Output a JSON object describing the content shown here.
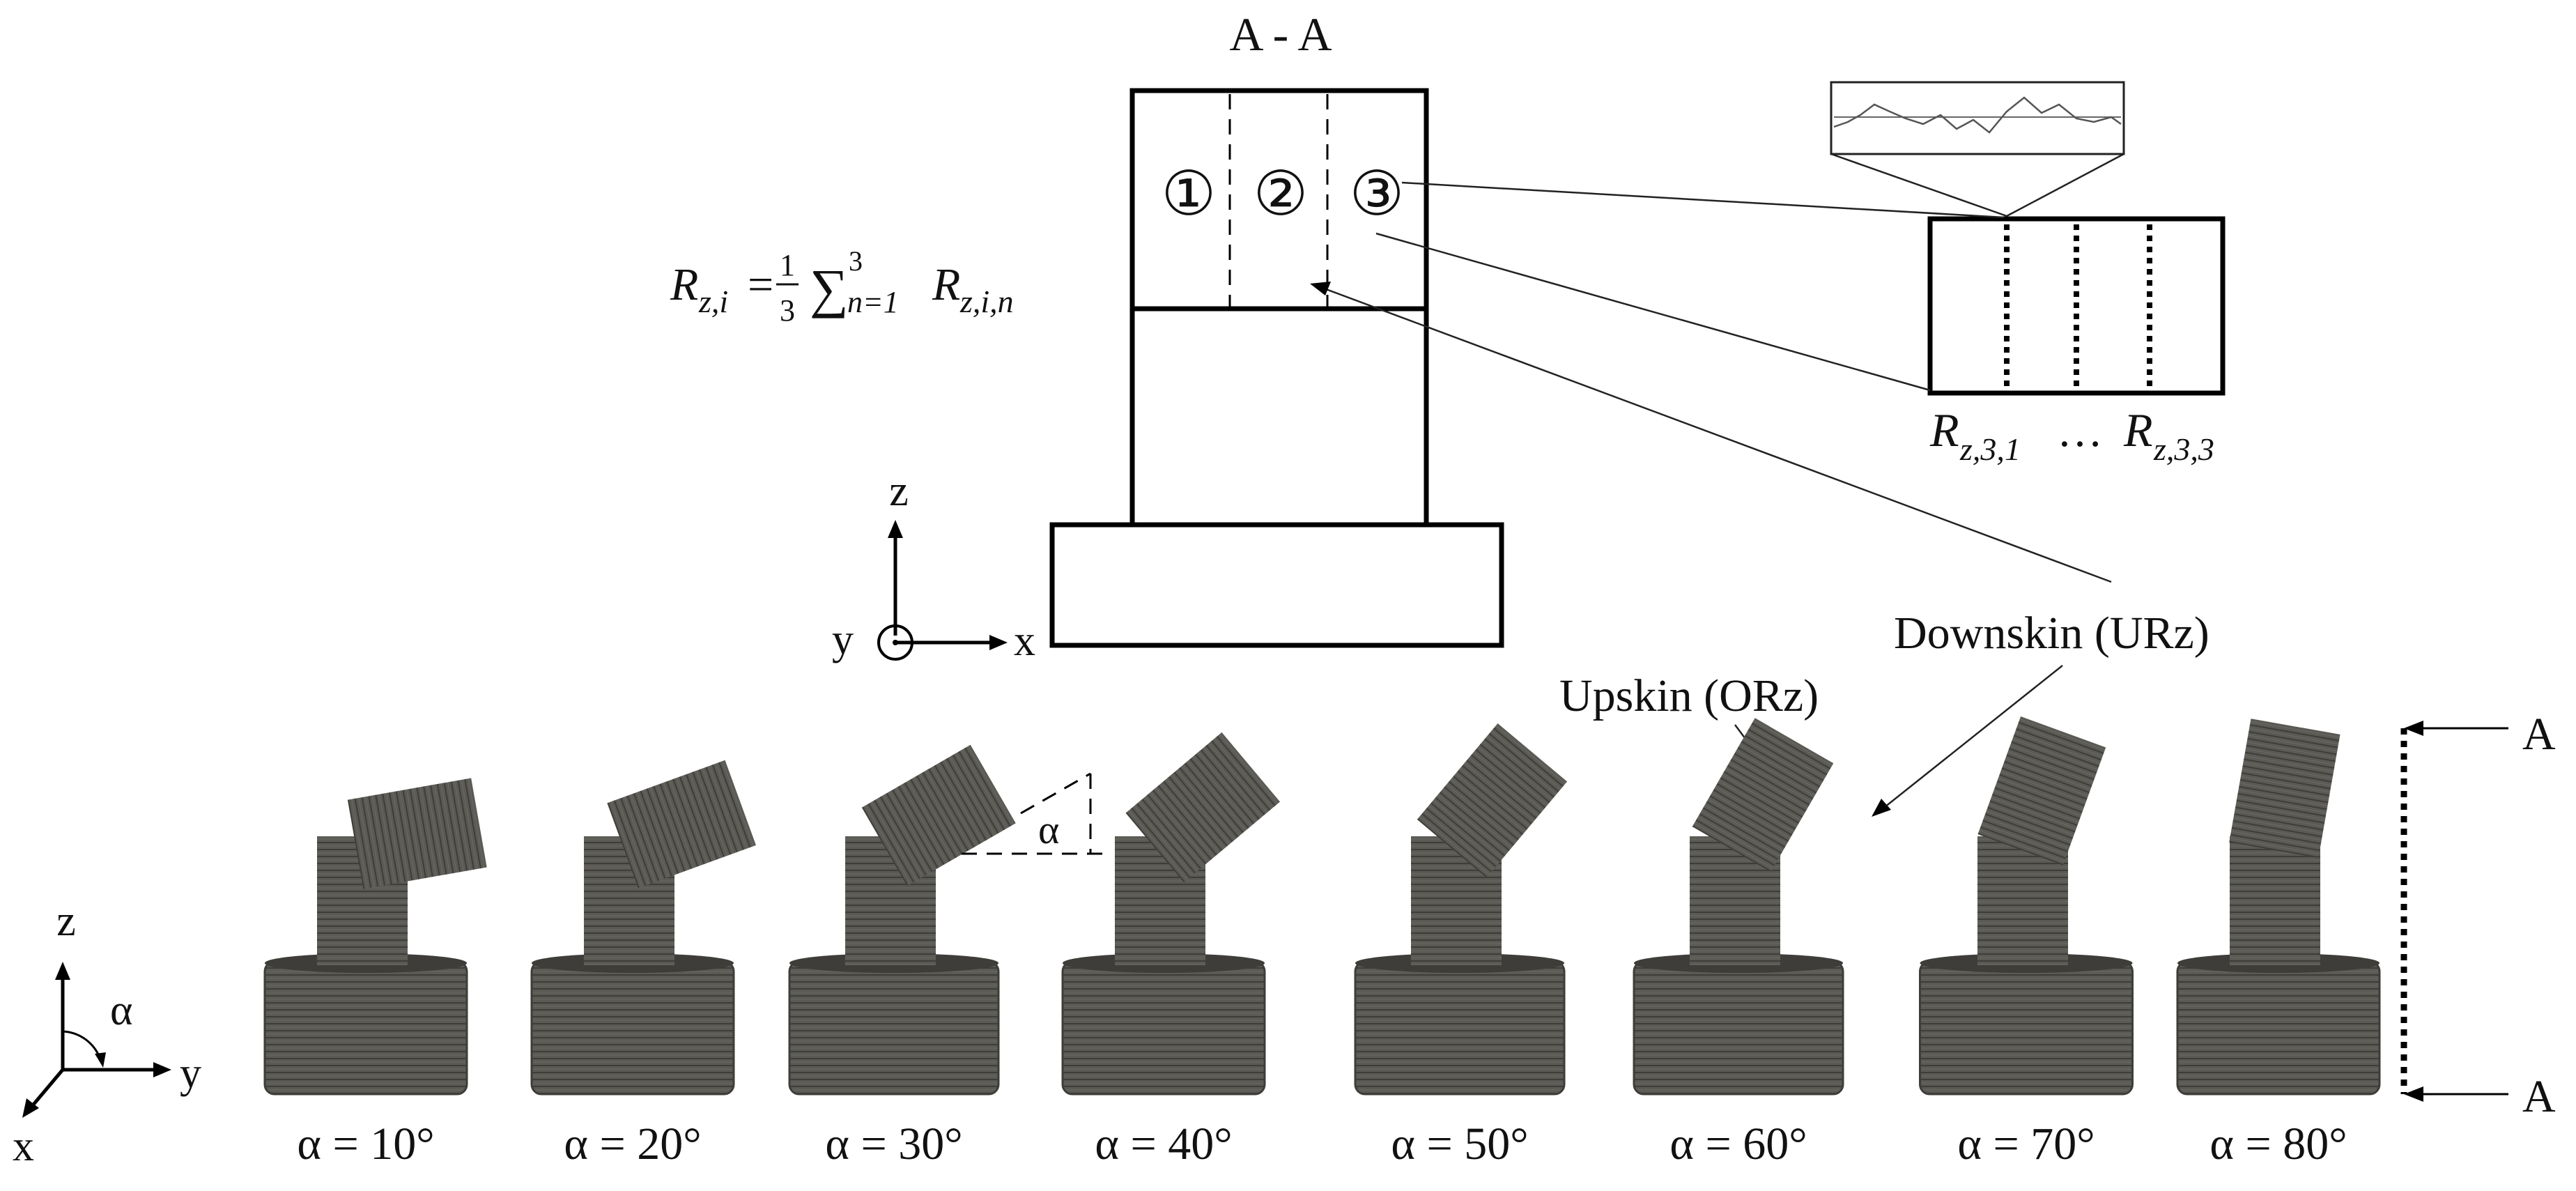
{
  "section_title": "A - A",
  "zones": [
    "①",
    "②",
    "③"
  ],
  "formula": {
    "lhs_var": "R",
    "lhs_sub": "z,i",
    "eq": "=",
    "frac_num": "1",
    "frac_den": "3",
    "sigma": "∑",
    "sum_upper": "3",
    "sum_lower": "n=1",
    "rhs_var": "R",
    "rhs_sub": "z,i,n"
  },
  "detail_labels": {
    "first_var": "R",
    "first_sub": "z,3,1",
    "ellipsis": "…",
    "last_var": "R",
    "last_sub": "z,3,3"
  },
  "axes_section": {
    "z": "z",
    "y": "y",
    "x": "x"
  },
  "axes_samples": {
    "z": "z",
    "alpha": "α",
    "y": "y",
    "x": "x"
  },
  "callouts": {
    "downskin": "Downskin (URz)",
    "upskin": "Upskin (ORz)"
  },
  "cut_marker": {
    "top": "A",
    "bottom": "A"
  },
  "alpha_marker": "α",
  "sample_labels": [
    "α = 10°",
    "α = 20°",
    "α = 30°",
    "α = 40°",
    "α = 50°",
    "α = 60°",
    "α = 70°",
    "α = 80°"
  ],
  "sample_angles_deg": [
    10,
    20,
    30,
    40,
    50,
    60,
    70,
    80
  ],
  "colors": {
    "print_gray": "#5b5a55",
    "print_dark": "#3e3d39",
    "stroke": "#000000"
  }
}
